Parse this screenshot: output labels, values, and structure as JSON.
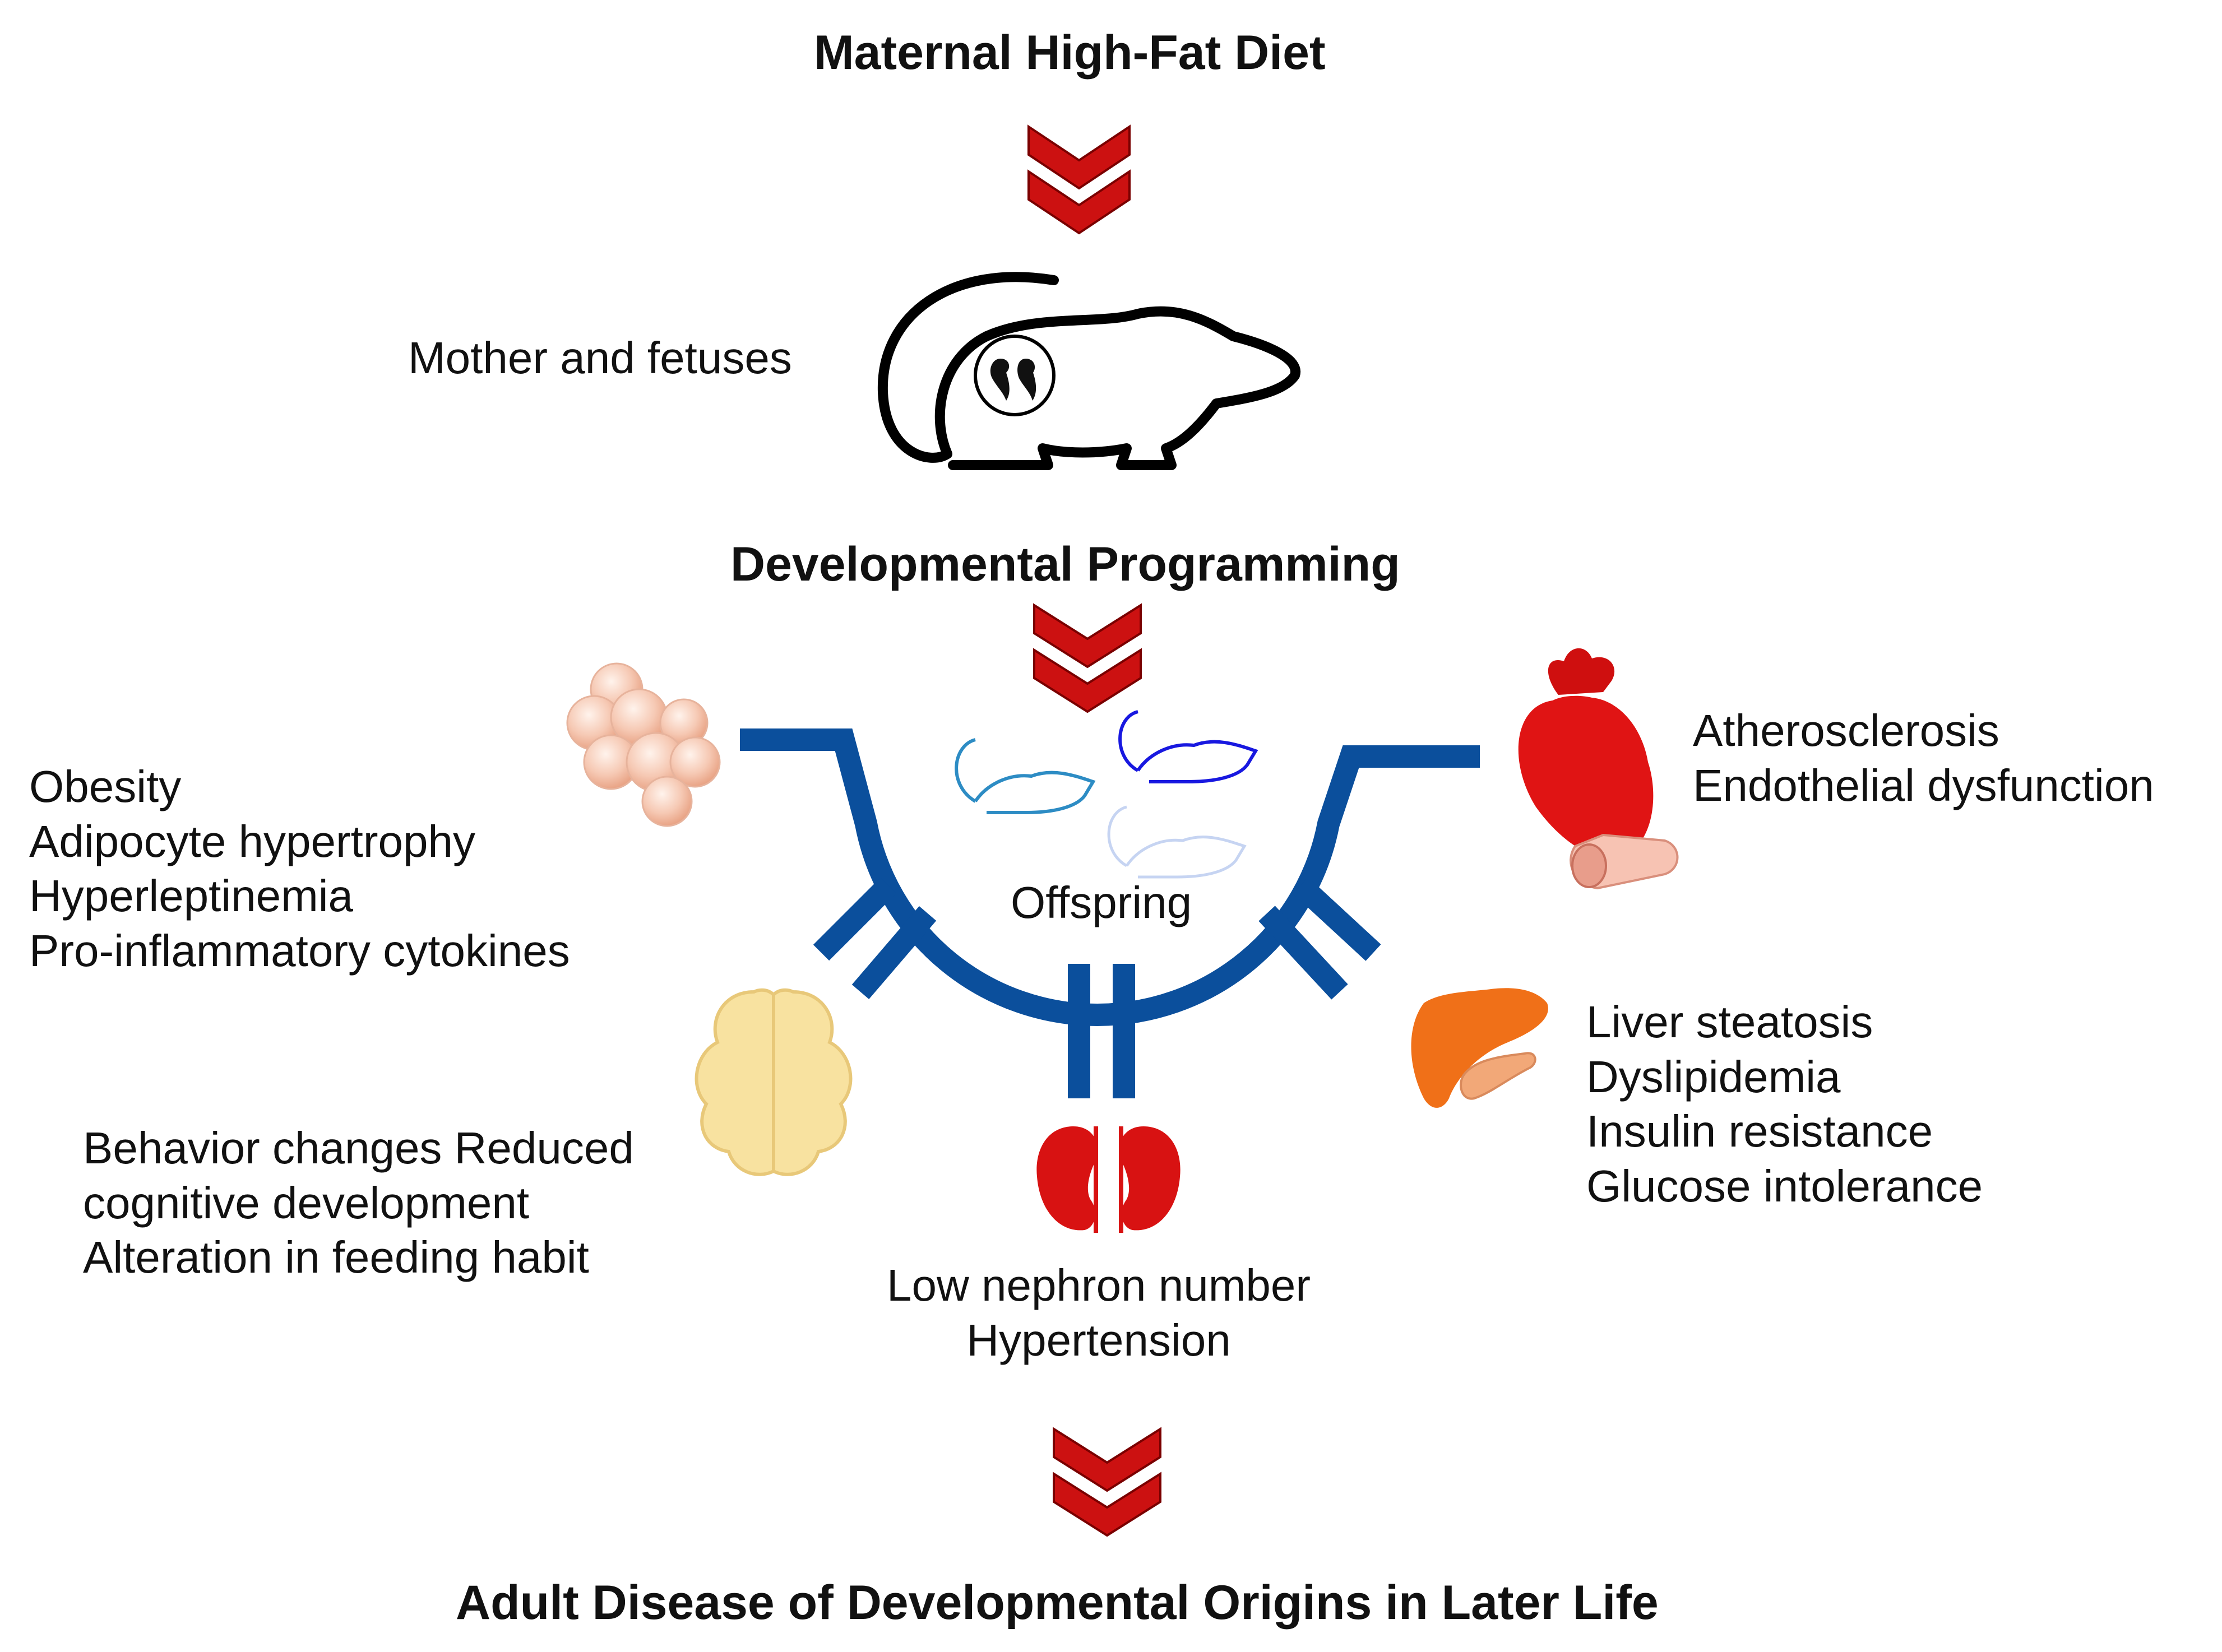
{
  "headings": {
    "top": "Maternal High-Fat Diet",
    "middle": "Developmental Programming",
    "bottom": "Adult Disease of Developmental Origins in Later Life"
  },
  "mother_label": "Mother and fetuses",
  "offspring_label": "Offspring",
  "groups": {
    "adipose": [
      "Obesity",
      "Adipocyte hypertrophy",
      "Hyperleptinemia",
      "Pro-inflammatory cytokines"
    ],
    "brain": [
      "Behavior changes Reduced",
      "cognitive development",
      "Alteration in feeding habit"
    ],
    "kidney": [
      "Low nephron number",
      "Hypertension"
    ],
    "heart": [
      "Atherosclerosis",
      "Endothelial dysfunction"
    ],
    "liver": [
      "Liver steatosis",
      "Dyslipidemia",
      "Insulin resistance",
      "Glucose intolerance"
    ]
  },
  "icons": [
    "chevron-down-icon",
    "pregnant-rat-icon",
    "fetus-icon",
    "rat-icon",
    "fat-cells-icon",
    "brain-icon",
    "kidney-icon",
    "heart-icon",
    "liver-icon"
  ],
  "colors": {
    "chevron": "#cc1111",
    "connector": "#0b4f9c",
    "heart": "#d81212",
    "kidney": "#d81212",
    "liver": "#f07018",
    "brain": "#f8e2a0",
    "fat": "#f4c4ae"
  }
}
